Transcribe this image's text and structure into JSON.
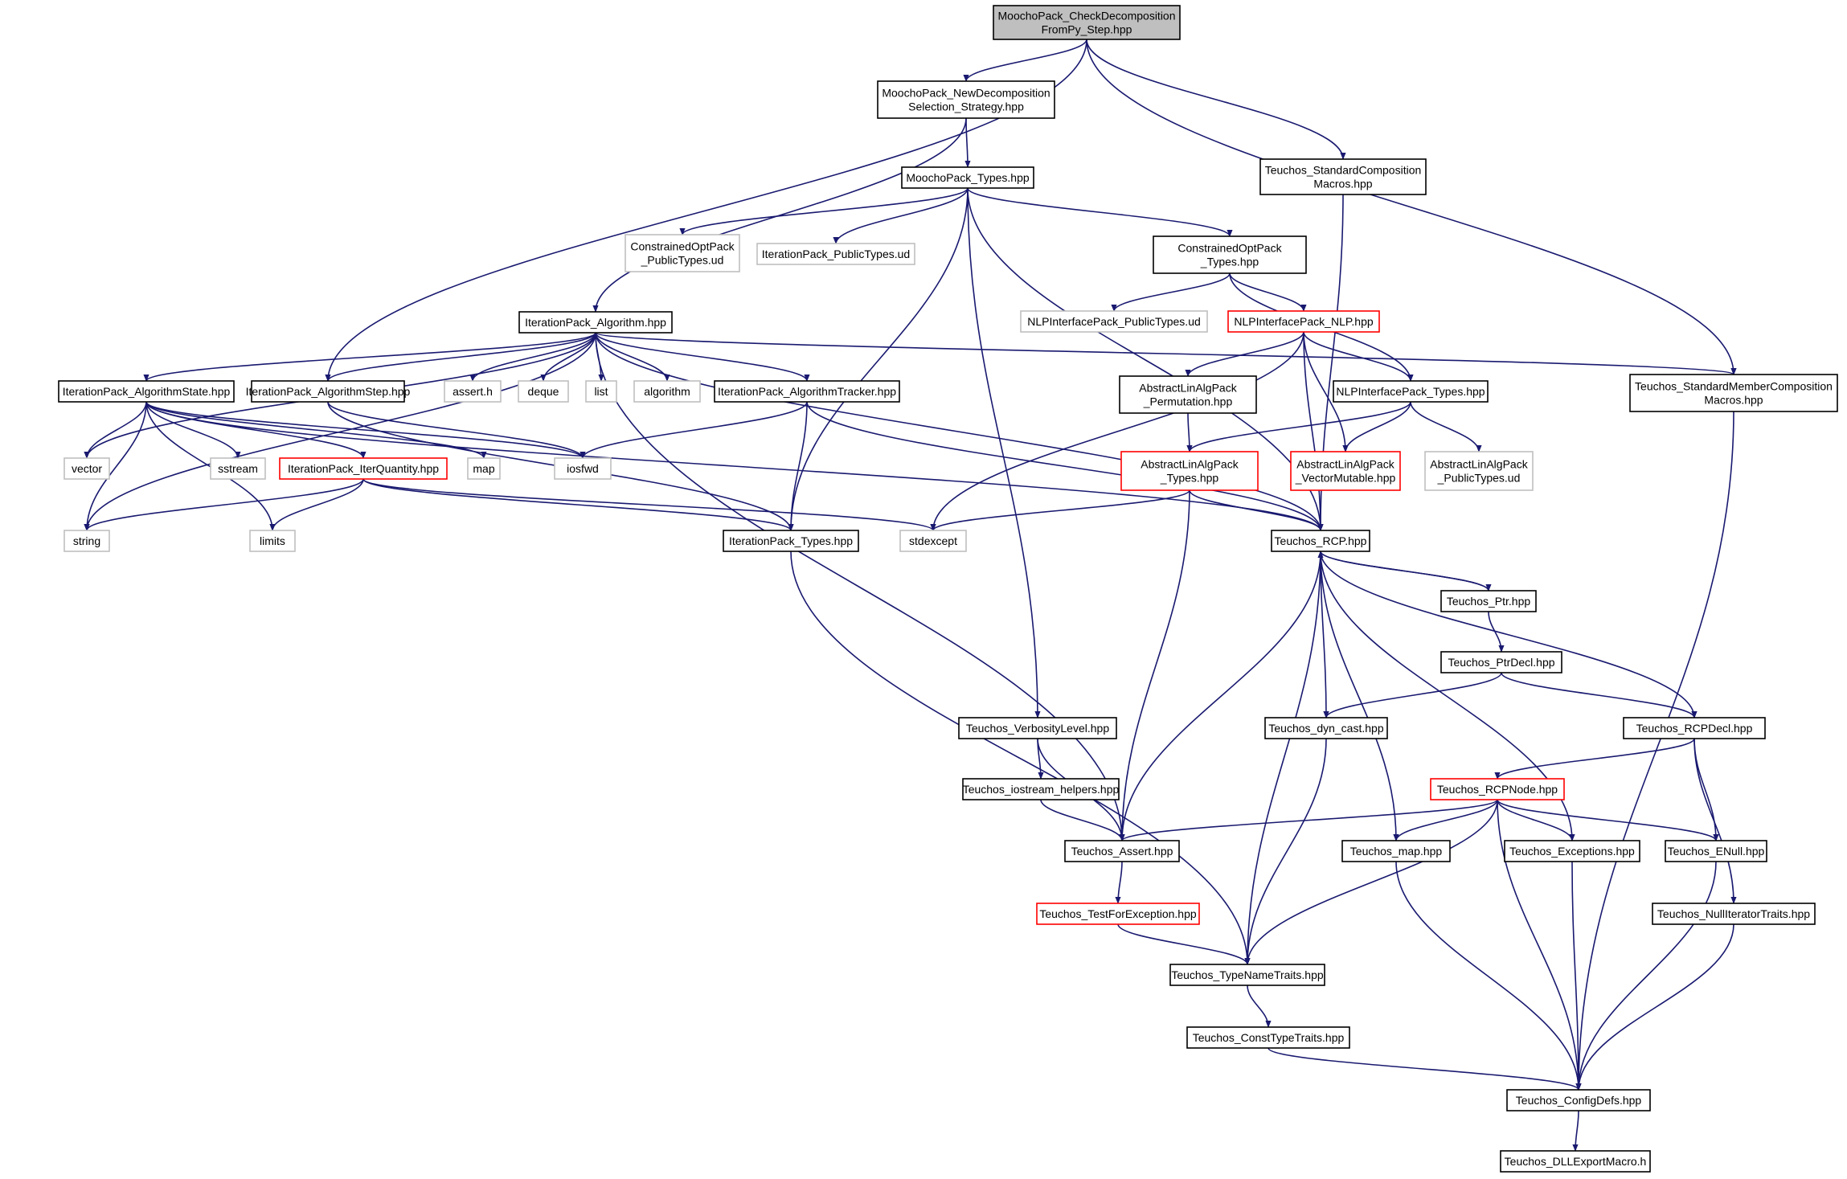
{
  "colors": {
    "edge": "#191970",
    "normal_border": "#000000",
    "red_border": "#ff0000",
    "gray_border": "#bfbfbf",
    "root_fill": "#bfbfbf",
    "fill": "#ffffff"
  },
  "nodes": [
    {
      "id": "root",
      "lines": [
        "MoochoPack_CheckDecomposition",
        "FromPy_Step.hpp"
      ],
      "style": "root"
    },
    {
      "id": "newdecomp",
      "lines": [
        "MoochoPack_NewDecomposition",
        "Selection_Strategy.hpp"
      ],
      "style": "normal"
    },
    {
      "id": "stdcomp",
      "lines": [
        "Teuchos_StandardComposition",
        "Macros.hpp"
      ],
      "style": "normal"
    },
    {
      "id": "moochotypes",
      "lines": [
        "MoochoPack_Types.hpp"
      ],
      "style": "normal"
    },
    {
      "id": "copud",
      "lines": [
        "ConstrainedOptPack",
        "_PublicTypes.ud"
      ],
      "style": "gray"
    },
    {
      "id": "ipptud",
      "lines": [
        "IterationPack_PublicTypes.ud"
      ],
      "style": "gray"
    },
    {
      "id": "coptypes",
      "lines": [
        "ConstrainedOptPack",
        "_Types.hpp"
      ],
      "style": "normal"
    },
    {
      "id": "nlpptud",
      "lines": [
        "NLPInterfacePack_PublicTypes.ud"
      ],
      "style": "gray"
    },
    {
      "id": "nlp",
      "lines": [
        "NLPInterfacePack_NLP.hpp"
      ],
      "style": "red"
    },
    {
      "id": "algo",
      "lines": [
        "IterationPack_Algorithm.hpp"
      ],
      "style": "normal"
    },
    {
      "id": "algostate",
      "lines": [
        "IterationPack_AlgorithmState.hpp"
      ],
      "style": "normal"
    },
    {
      "id": "algostep",
      "lines": [
        "IterationPack_AlgorithmStep.hpp"
      ],
      "style": "normal"
    },
    {
      "id": "asserth",
      "lines": [
        "assert.h"
      ],
      "style": "gray"
    },
    {
      "id": "deque",
      "lines": [
        "deque"
      ],
      "style": "gray"
    },
    {
      "id": "list",
      "lines": [
        "list"
      ],
      "style": "gray"
    },
    {
      "id": "algorithm",
      "lines": [
        "algorithm"
      ],
      "style": "gray"
    },
    {
      "id": "algotracker",
      "lines": [
        "IterationPack_AlgorithmTracker.hpp"
      ],
      "style": "normal"
    },
    {
      "id": "permutation",
      "lines": [
        "AbstractLinAlgPack",
        "_Permutation.hpp"
      ],
      "style": "normal"
    },
    {
      "id": "nlptypes",
      "lines": [
        "NLPInterfacePack_Types.hpp"
      ],
      "style": "normal"
    },
    {
      "id": "stdmember",
      "lines": [
        "Teuchos_StandardMemberComposition",
        "Macros.hpp"
      ],
      "style": "normal"
    },
    {
      "id": "vector",
      "lines": [
        "vector"
      ],
      "style": "gray"
    },
    {
      "id": "sstream",
      "lines": [
        "sstream"
      ],
      "style": "gray"
    },
    {
      "id": "iterquantity",
      "lines": [
        "IterationPack_IterQuantity.hpp"
      ],
      "style": "red"
    },
    {
      "id": "map",
      "lines": [
        "map"
      ],
      "style": "gray"
    },
    {
      "id": "iosfwd",
      "lines": [
        "iosfwd"
      ],
      "style": "gray"
    },
    {
      "id": "alatypes",
      "lines": [
        "AbstractLinAlgPack",
        "_Types.hpp"
      ],
      "style": "red"
    },
    {
      "id": "vecmutable",
      "lines": [
        "AbstractLinAlgPack",
        "_VectorMutable.hpp"
      ],
      "style": "red"
    },
    {
      "id": "alaptud",
      "lines": [
        "AbstractLinAlgPack",
        "_PublicTypes.ud"
      ],
      "style": "gray"
    },
    {
      "id": "string",
      "lines": [
        "string"
      ],
      "style": "gray"
    },
    {
      "id": "limits",
      "lines": [
        "limits"
      ],
      "style": "gray"
    },
    {
      "id": "iptypes",
      "lines": [
        "IterationPack_Types.hpp"
      ],
      "style": "normal"
    },
    {
      "id": "stdexcept",
      "lines": [
        "stdexcept"
      ],
      "style": "gray"
    },
    {
      "id": "rcp",
      "lines": [
        "Teuchos_RCP.hpp"
      ],
      "style": "normal"
    },
    {
      "id": "ptr",
      "lines": [
        "Teuchos_Ptr.hpp"
      ],
      "style": "normal"
    },
    {
      "id": "ptrdecl",
      "lines": [
        "Teuchos_PtrDecl.hpp"
      ],
      "style": "normal"
    },
    {
      "id": "verbosity",
      "lines": [
        "Teuchos_VerbosityLevel.hpp"
      ],
      "style": "normal"
    },
    {
      "id": "dyncast",
      "lines": [
        "Teuchos_dyn_cast.hpp"
      ],
      "style": "normal"
    },
    {
      "id": "rcpdecl",
      "lines": [
        "Teuchos_RCPDecl.hpp"
      ],
      "style": "normal"
    },
    {
      "id": "iostreamhelpers",
      "lines": [
        "Teuchos_iostream_helpers.hpp"
      ],
      "style": "normal"
    },
    {
      "id": "rcpnode",
      "lines": [
        "Teuchos_RCPNode.hpp"
      ],
      "style": "red"
    },
    {
      "id": "assert",
      "lines": [
        "Teuchos_Assert.hpp"
      ],
      "style": "normal"
    },
    {
      "id": "tmap",
      "lines": [
        "Teuchos_map.hpp"
      ],
      "style": "normal"
    },
    {
      "id": "exceptions",
      "lines": [
        "Teuchos_Exceptions.hpp"
      ],
      "style": "normal"
    },
    {
      "id": "enull",
      "lines": [
        "Teuchos_ENull.hpp"
      ],
      "style": "normal"
    },
    {
      "id": "testforexc",
      "lines": [
        "Teuchos_TestForException.hpp"
      ],
      "style": "red"
    },
    {
      "id": "nulliter",
      "lines": [
        "Teuchos_NullIteratorTraits.hpp"
      ],
      "style": "normal"
    },
    {
      "id": "typenametraits",
      "lines": [
        "Teuchos_TypeNameTraits.hpp"
      ],
      "style": "normal"
    },
    {
      "id": "consttypetraits",
      "lines": [
        "Teuchos_ConstTypeTraits.hpp"
      ],
      "style": "normal"
    },
    {
      "id": "configdefs",
      "lines": [
        "Teuchos_ConfigDefs.hpp"
      ],
      "style": "normal"
    },
    {
      "id": "dllexport",
      "lines": [
        "Teuchos_DLLExportMacro.h"
      ],
      "style": "normal"
    }
  ],
  "edges": [
    [
      "root",
      "newdecomp"
    ],
    [
      "root",
      "stdcomp"
    ],
    [
      "root",
      "algostep"
    ],
    [
      "root",
      "stdmember"
    ],
    [
      "newdecomp",
      "moochotypes"
    ],
    [
      "newdecomp",
      "algo"
    ],
    [
      "stdcomp",
      "rcp"
    ],
    [
      "moochotypes",
      "copud"
    ],
    [
      "moochotypes",
      "ipptud"
    ],
    [
      "moochotypes",
      "coptypes"
    ],
    [
      "moochotypes",
      "iptypes"
    ],
    [
      "moochotypes",
      "verbosity"
    ],
    [
      "moochotypes",
      "rcp"
    ],
    [
      "coptypes",
      "nlpptud"
    ],
    [
      "coptypes",
      "nlp"
    ],
    [
      "coptypes",
      "nlptypes"
    ],
    [
      "nlp",
      "permutation"
    ],
    [
      "nlp",
      "nlptypes"
    ],
    [
      "nlp",
      "vecmutable"
    ],
    [
      "nlp",
      "stdexcept"
    ],
    [
      "nlp",
      "rcp"
    ],
    [
      "algo",
      "algostate"
    ],
    [
      "algo",
      "algostep"
    ],
    [
      "algo",
      "asserth"
    ],
    [
      "algo",
      "deque"
    ],
    [
      "algo",
      "list"
    ],
    [
      "algo",
      "algorithm"
    ],
    [
      "algo",
      "algotracker"
    ],
    [
      "algo",
      "vector"
    ],
    [
      "algo",
      "string"
    ],
    [
      "algo",
      "stdmember"
    ],
    [
      "algo",
      "rcp"
    ],
    [
      "algo",
      "assert"
    ],
    [
      "algostate",
      "vector"
    ],
    [
      "algostate",
      "sstream"
    ],
    [
      "algostate",
      "iterquantity"
    ],
    [
      "algostate",
      "map"
    ],
    [
      "algostate",
      "iosfwd"
    ],
    [
      "algostate",
      "string"
    ],
    [
      "algostate",
      "limits"
    ],
    [
      "algostate",
      "rcp"
    ],
    [
      "algostep",
      "iosfwd"
    ],
    [
      "algostep",
      "iptypes"
    ],
    [
      "algotracker",
      "iosfwd"
    ],
    [
      "algotracker",
      "iptypes"
    ],
    [
      "algotracker",
      "rcp"
    ],
    [
      "iterquantity",
      "string"
    ],
    [
      "iterquantity",
      "limits"
    ],
    [
      "iterquantity",
      "iptypes"
    ],
    [
      "iterquantity",
      "stdexcept"
    ],
    [
      "permutation",
      "alatypes"
    ],
    [
      "nlptypes",
      "alatypes"
    ],
    [
      "nlptypes",
      "vecmutable"
    ],
    [
      "nlptypes",
      "alaptud"
    ],
    [
      "alatypes",
      "stdexcept"
    ],
    [
      "alatypes",
      "rcp"
    ],
    [
      "alatypes",
      "assert"
    ],
    [
      "stdmember",
      "configdefs"
    ],
    [
      "iptypes",
      "typenametraits"
    ],
    [
      "rcp",
      "ptr"
    ],
    [
      "rcp",
      "assert"
    ],
    [
      "rcp",
      "typenametraits"
    ],
    [
      "rcp",
      "dyncast"
    ],
    [
      "rcp",
      "tmap"
    ],
    [
      "rcp",
      "exceptions"
    ],
    [
      "rcp",
      "rcpdecl"
    ],
    [
      "ptr",
      "rcp"
    ],
    [
      "ptr",
      "ptrdecl"
    ],
    [
      "ptrdecl",
      "dyncast"
    ],
    [
      "ptrdecl",
      "rcpdecl"
    ],
    [
      "verbosity",
      "iostreamhelpers"
    ],
    [
      "verbosity",
      "assert"
    ],
    [
      "iostreamhelpers",
      "assert"
    ],
    [
      "dyncast",
      "typenametraits"
    ],
    [
      "rcpdecl",
      "rcpnode"
    ],
    [
      "rcpdecl",
      "enull"
    ],
    [
      "rcpdecl",
      "nulliter"
    ],
    [
      "rcpnode",
      "assert"
    ],
    [
      "rcpnode",
      "tmap"
    ],
    [
      "rcpnode",
      "exceptions"
    ],
    [
      "rcpnode",
      "enull"
    ],
    [
      "rcpnode",
      "typenametraits"
    ],
    [
      "rcpnode",
      "configdefs"
    ],
    [
      "assert",
      "testforexc"
    ],
    [
      "testforexc",
      "typenametraits"
    ],
    [
      "typenametraits",
      "consttypetraits"
    ],
    [
      "consttypetraits",
      "configdefs"
    ],
    [
      "tmap",
      "configdefs"
    ],
    [
      "exceptions",
      "configdefs"
    ],
    [
      "enull",
      "configdefs"
    ],
    [
      "nulliter",
      "configdefs"
    ],
    [
      "configdefs",
      "dllexport"
    ]
  ]
}
